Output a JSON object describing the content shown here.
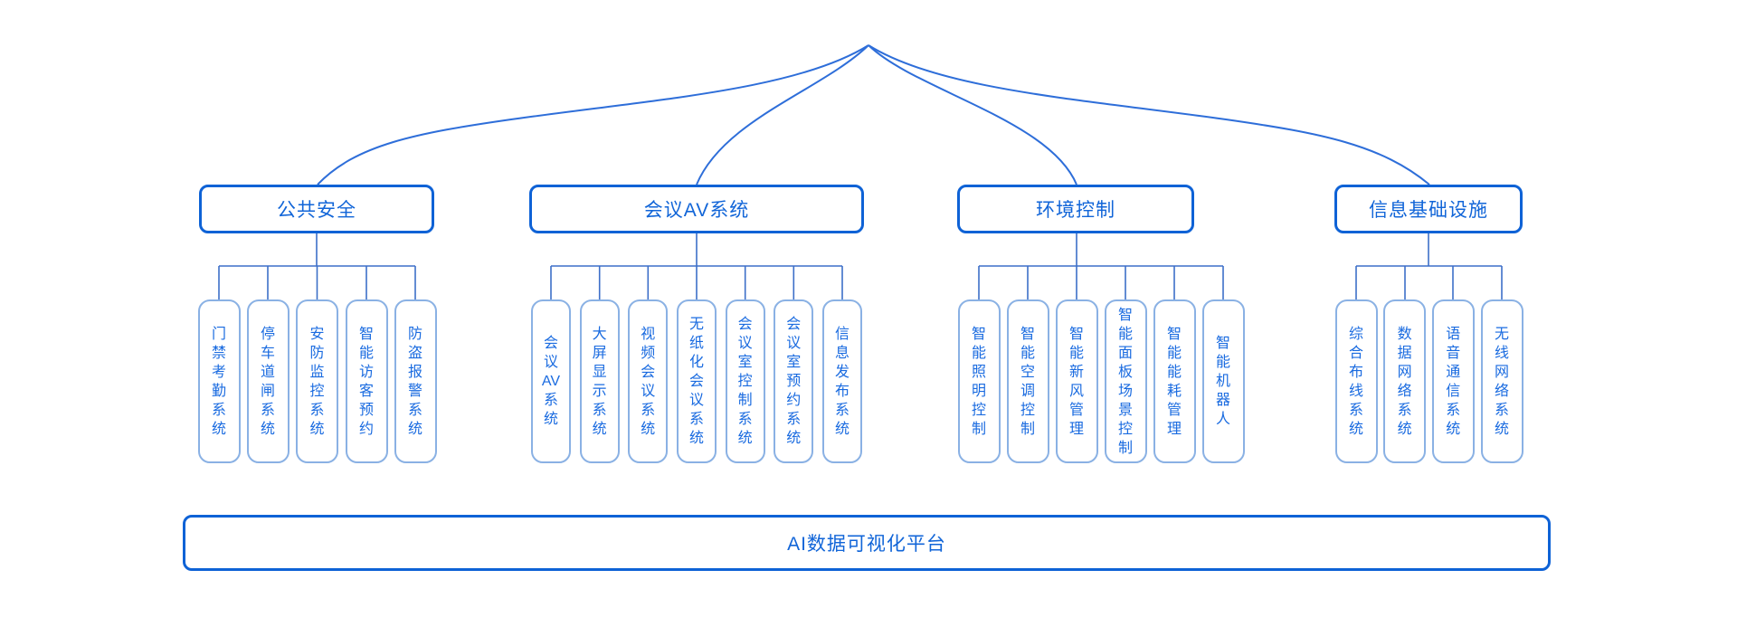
{
  "diagram": {
    "groups": [
      {
        "title": "公共安全",
        "children": [
          "门禁考勤系统",
          "停车道闸系统",
          "安防监控系统",
          "智能访客预约",
          "防盗报警系统"
        ]
      },
      {
        "title": "会议AV系统",
        "children": [
          "会议AV系统",
          "大屏显示系统",
          "视频会议系统",
          "无纸化会议系统",
          "会议室控制系统",
          "会议室预约系统",
          "信息发布系统"
        ]
      },
      {
        "title": "环境控制",
        "children": [
          "智能照明控制",
          "智能空调控制",
          "智能新风管理",
          "智能面板场景控制",
          "智能能耗管理",
          "智能机器人"
        ]
      },
      {
        "title": "信息基础设施",
        "children": [
          "综合布线系统",
          "数据网络系统",
          "语音通信系统",
          "无线网络系统"
        ]
      }
    ],
    "platform": {
      "label": "AI数据可视化平台"
    },
    "colors": {
      "header_border": "#0e62d6",
      "header_text": "#1165d8",
      "child_border": "#8ab1e4",
      "child_text": "#1a6be0",
      "connector_line": "#3d6fc8",
      "top_curve": "#2e6ed9",
      "background": "#ffffff"
    }
  }
}
